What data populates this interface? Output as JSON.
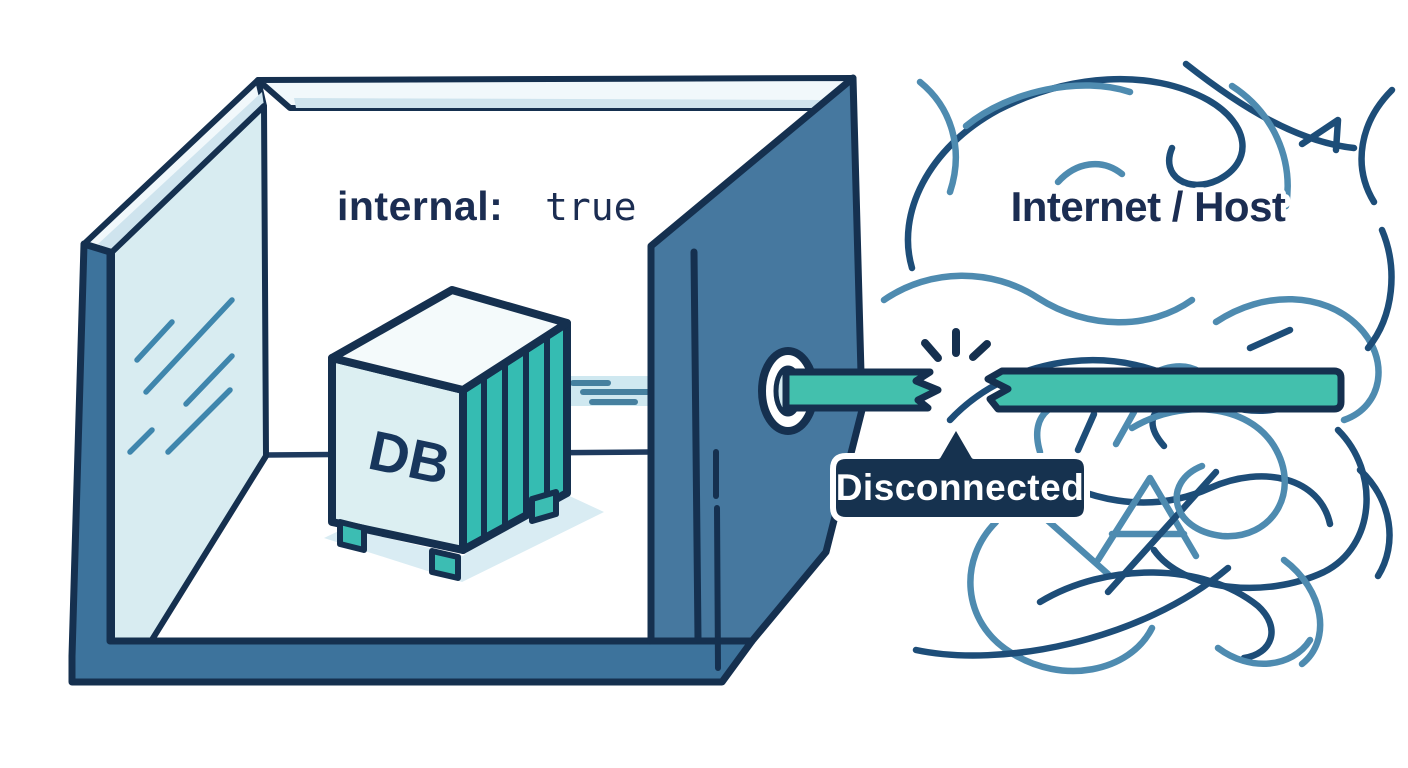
{
  "diagram": {
    "internal_room": {
      "config_key": "internal:",
      "config_value": "true"
    },
    "db_container": {
      "label": "DB"
    },
    "external_zone": {
      "label": "Internet / Host"
    },
    "connection": {
      "status_label": "Disconnected"
    }
  },
  "colors": {
    "outline_navy": "#15304f",
    "text_navy": "#1b2d52",
    "wall_blue": "#46789f",
    "wall_edge_blue": "#3d739c",
    "glass_blue": "#d8ecf1",
    "bevel_white": "#f1f8fb",
    "bevel_pale": "#cfe4ee",
    "cable_teal": "#43c0ad",
    "container_side_teal": "#35bcb2",
    "container_front": "#dceff2",
    "container_top": "#f4fafb",
    "shadow_blue": "#d9ecf3",
    "motion_band": "#cfe8f0",
    "badge_navy": "#16324f",
    "badge_text": "#ffffff",
    "squiggle_dark": "#1d4d78",
    "squiggle_light": "#4e8bb0"
  }
}
